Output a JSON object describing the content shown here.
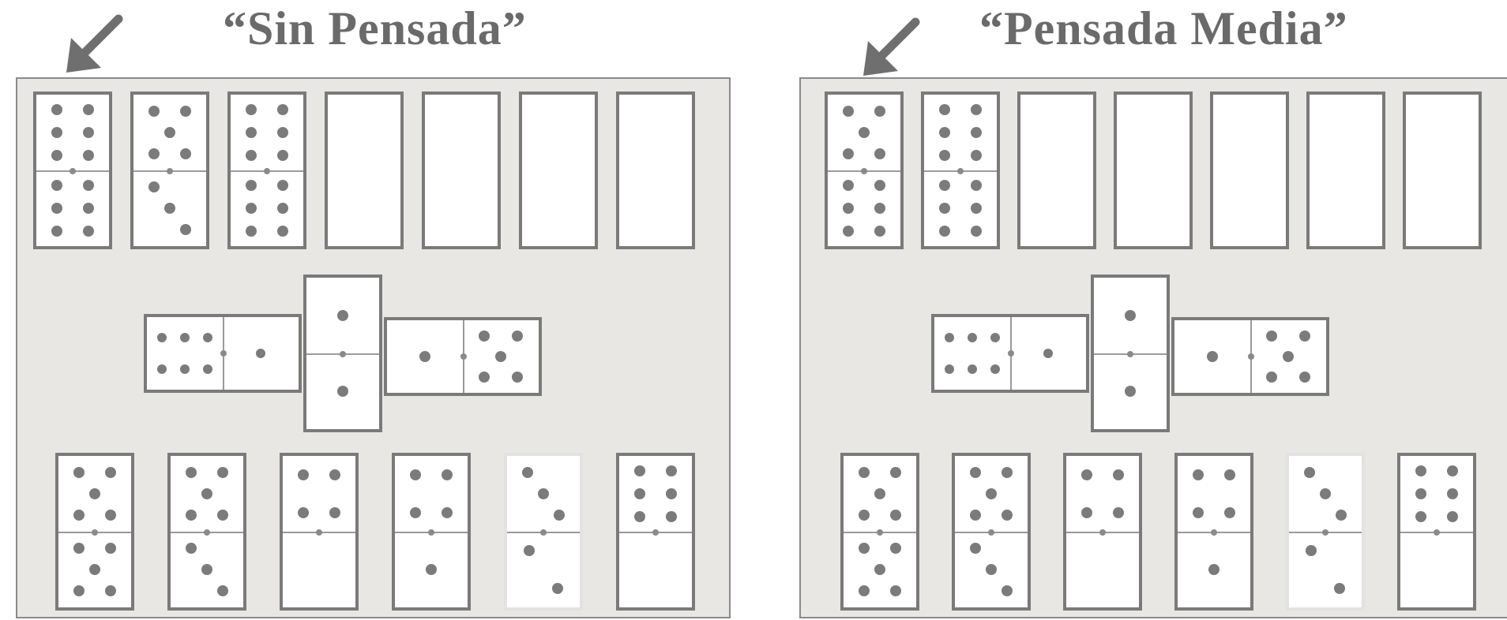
{
  "panels": [
    {
      "title": "“Sin Pensada”",
      "top_row": [
        [
          6,
          6
        ],
        [
          5,
          3
        ],
        [
          6,
          6
        ],
        null,
        null,
        null,
        null
      ],
      "chain": {
        "left": [
          6,
          1
        ],
        "middle": [
          1,
          1
        ],
        "right": [
          1,
          5
        ]
      },
      "bottom_row": [
        [
          5,
          5
        ],
        [
          5,
          3
        ],
        [
          4,
          0
        ],
        [
          4,
          1
        ],
        [
          3,
          2
        ],
        [
          6,
          0
        ]
      ]
    },
    {
      "title": "“Pensada Media”",
      "top_row": [
        [
          5,
          6
        ],
        [
          6,
          6
        ],
        null,
        null,
        null,
        null,
        null
      ],
      "chain": {
        "left": [
          6,
          1
        ],
        "middle": [
          1,
          1
        ],
        "right": [
          1,
          5
        ]
      },
      "bottom_row": [
        [
          5,
          5
        ],
        [
          5,
          3
        ],
        [
          4,
          0
        ],
        [
          4,
          1
        ],
        [
          3,
          2
        ],
        [
          6,
          0
        ]
      ]
    }
  ],
  "colors": {
    "pip": "#7b7b7b",
    "board": "#e9e7e3",
    "border": "#7a7a7a",
    "title": "#6a6a6a"
  },
  "icons": [
    "arrow-icon"
  ]
}
